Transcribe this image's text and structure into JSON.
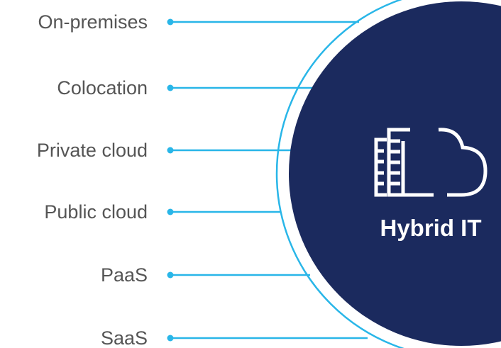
{
  "diagram": {
    "items": [
      {
        "label": "On-premises"
      },
      {
        "label": "Colocation"
      },
      {
        "label": "Private cloud"
      },
      {
        "label": "Public cloud"
      },
      {
        "label": "PaaS"
      },
      {
        "label": "SaaS"
      }
    ],
    "hub": {
      "title": "Hybrid IT",
      "icon": "building-cloud-icon"
    },
    "colors": {
      "connector": "#29b6e8",
      "hub_fill": "#1b2a5e",
      "hub_outline": "#29b6e8",
      "label_text": "#555555",
      "hub_text": "#ffffff"
    }
  }
}
